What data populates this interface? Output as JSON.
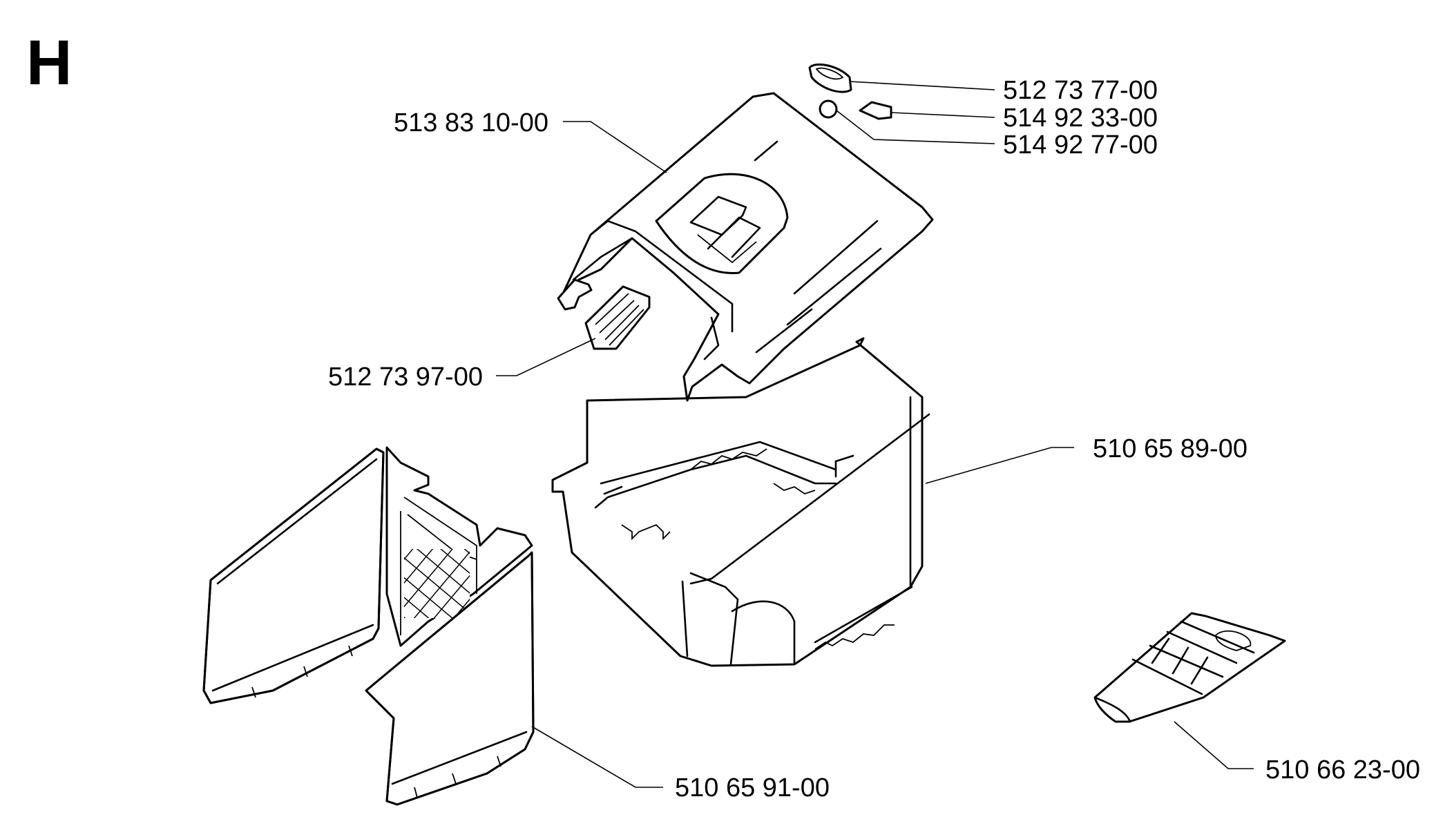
{
  "section_letter": "H",
  "parts": [
    {
      "id": "cover",
      "number": "513 83 10-00"
    },
    {
      "id": "cap",
      "number": "512 73 77-00"
    },
    {
      "id": "clip",
      "number": "514 92 33-00"
    },
    {
      "id": "ring",
      "number": "514 92 77-00"
    },
    {
      "id": "handle-grip",
      "number": "512 73 97-00"
    },
    {
      "id": "bin",
      "number": "510 65 89-00"
    },
    {
      "id": "side-mesh",
      "number": "510 65 91-00"
    },
    {
      "id": "deflector",
      "number": "510 66 23-00"
    }
  ]
}
